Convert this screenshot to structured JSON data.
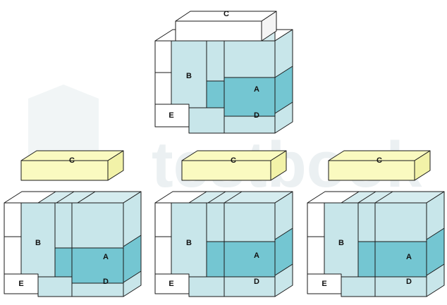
{
  "watermark": {
    "text": "testbook"
  },
  "labels": {
    "a": "A",
    "b": "B",
    "c": "C",
    "d": "D",
    "e": "E"
  },
  "colors": {
    "light_block": "#c8e6ea",
    "light_block_top": "#d5ecef",
    "dark_block": "#74c6d2",
    "white_block": "#ffffff",
    "yellow_block": "#fafac0",
    "yellow_block_side": "#f2f2a8"
  },
  "figures": [
    {
      "id": "question-figure",
      "c_color": "white"
    },
    {
      "id": "option-1",
      "c_color": "yellow"
    },
    {
      "id": "option-2",
      "c_color": "yellow"
    },
    {
      "id": "option-3",
      "c_color": "yellow"
    }
  ]
}
